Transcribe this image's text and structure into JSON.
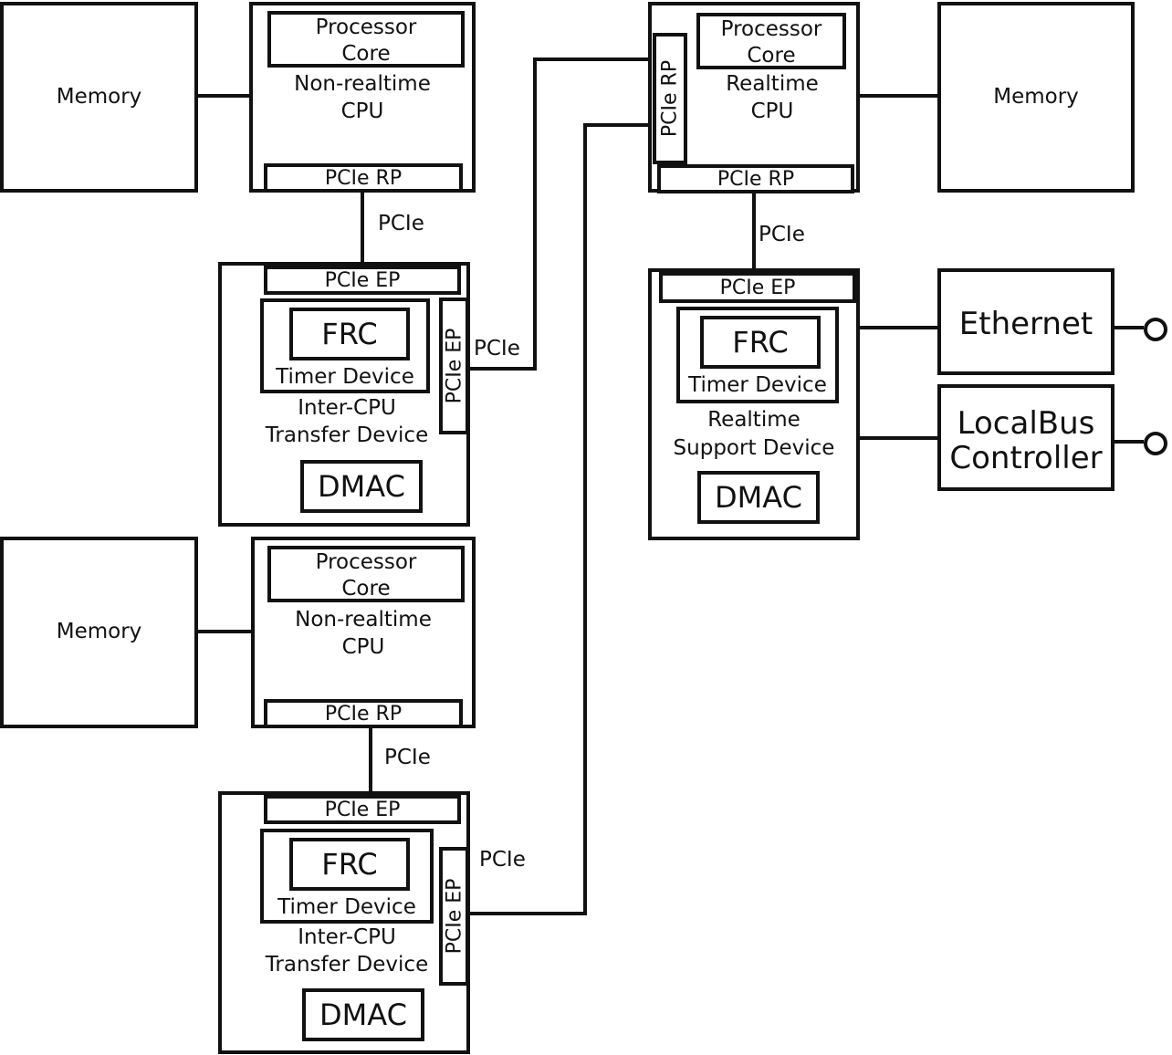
{
  "memory_label": "Memory",
  "processor_core_line1": "Processor",
  "processor_core_line2": "Core",
  "nonrt_cpu_line1": "Non-realtime",
  "nonrt_cpu_line2": "CPU",
  "rt_cpu_line1": "Realtime",
  "rt_cpu_line2": "CPU",
  "pcie_rp": "PCIe RP",
  "pcie_ep": "PCIe EP",
  "pcie": "PCIe",
  "frc": "FRC",
  "timer_device": "Timer Device",
  "intercpu_line1": "Inter-CPU",
  "intercpu_line2": "Transfer Device",
  "dmac": "DMAC",
  "rt_support_line1": "Realtime",
  "rt_support_line2": "Support Device",
  "ethernet": "Ethernet",
  "localbus_line1": "LocalBus",
  "localbus_line2": "Controller"
}
